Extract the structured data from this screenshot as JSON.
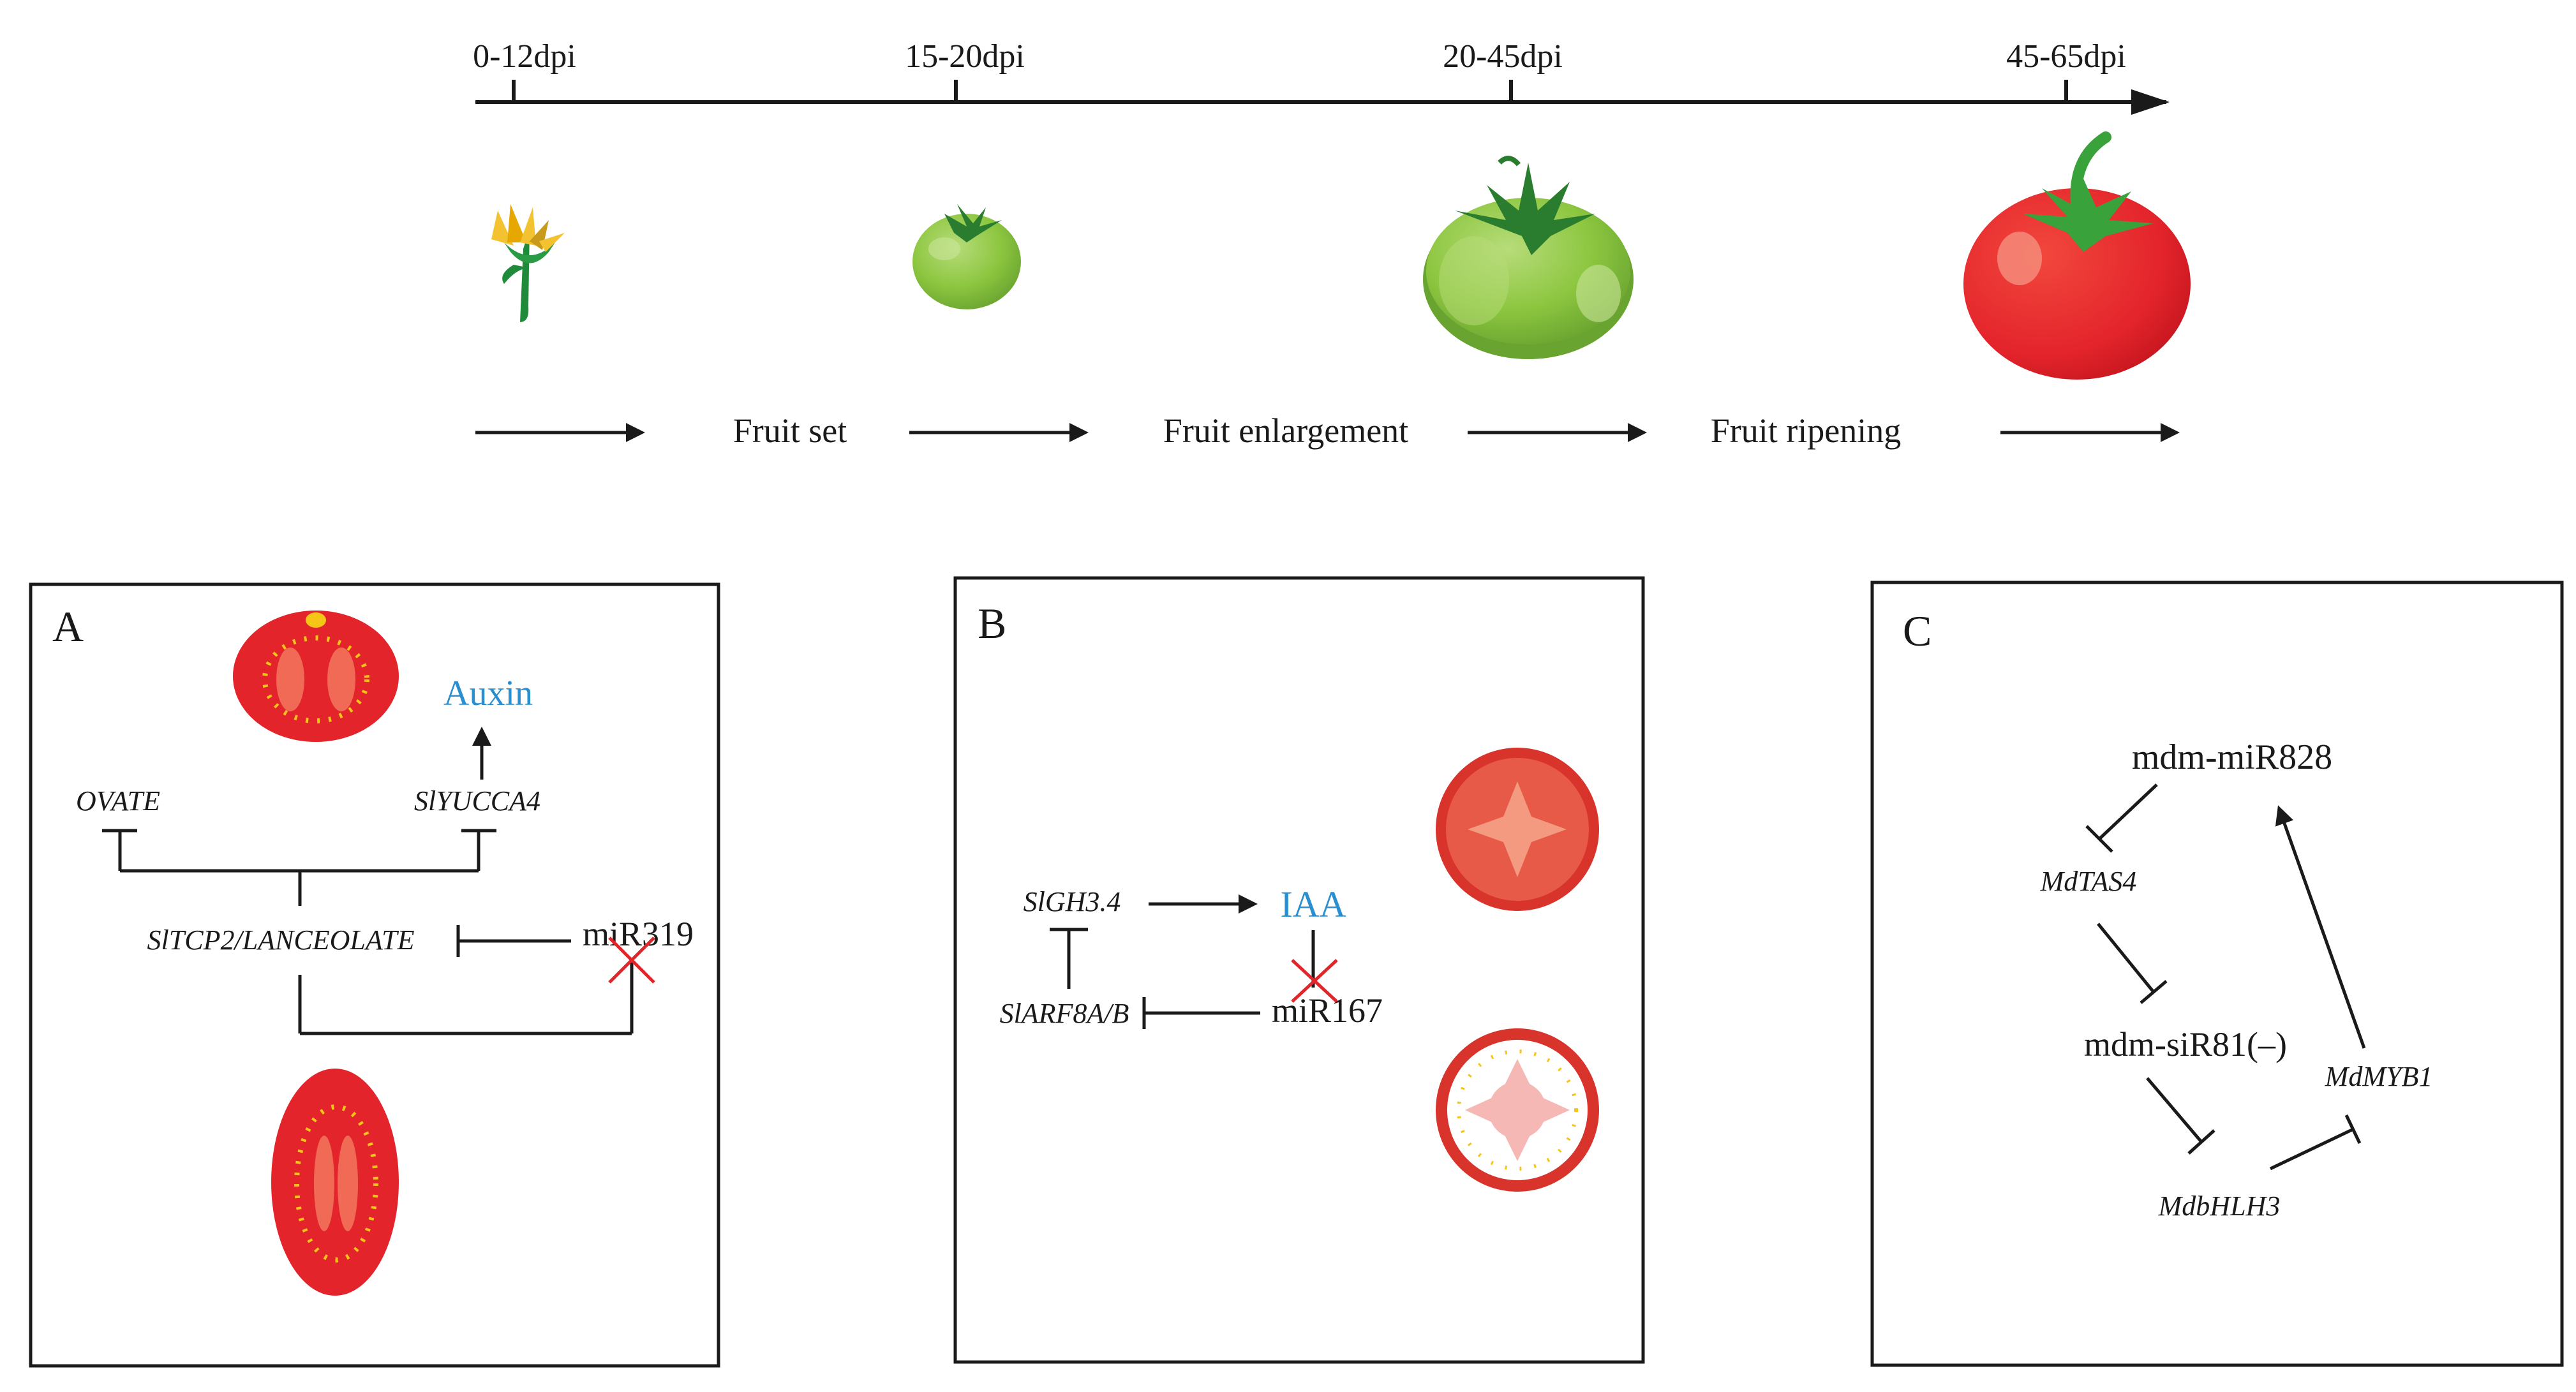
{
  "timeline": {
    "ticks": [
      "0-12dpi",
      "15-20dpi",
      "20-45dpi",
      "45-65dpi"
    ],
    "stages": [
      "Fruit set",
      "Fruit enlargement",
      "Fruit ripening"
    ]
  },
  "panel_a": {
    "letter": "A",
    "auxin": "Auxin",
    "ovate": "OVATE",
    "yucca": "SlYUCCA4",
    "tcp": "SlTCP2/LANCEOLATE",
    "mirna": "miR319"
  },
  "panel_b": {
    "letter": "B",
    "gh3": "SlGH3.4",
    "iaa": "IAA",
    "arf": "SlARF8A/B",
    "mirna": "miR167"
  },
  "panel_c": {
    "letter": "C",
    "mir828_prefix": "mdm-",
    "mir828_name": "miR828",
    "tas4": "MdTAS4",
    "sir81_prefix": "mdm-",
    "sir81_name": "siR81(–)",
    "myb1": "MdMYB1",
    "bhlh3": "MdbHLH3"
  },
  "colors": {
    "line": "#1a1a1a",
    "hormone_blue": "#2a8fd0",
    "cross_red": "#e0262b",
    "tomato_red": "#e3242b",
    "green_fruit": "#8cc63f"
  }
}
